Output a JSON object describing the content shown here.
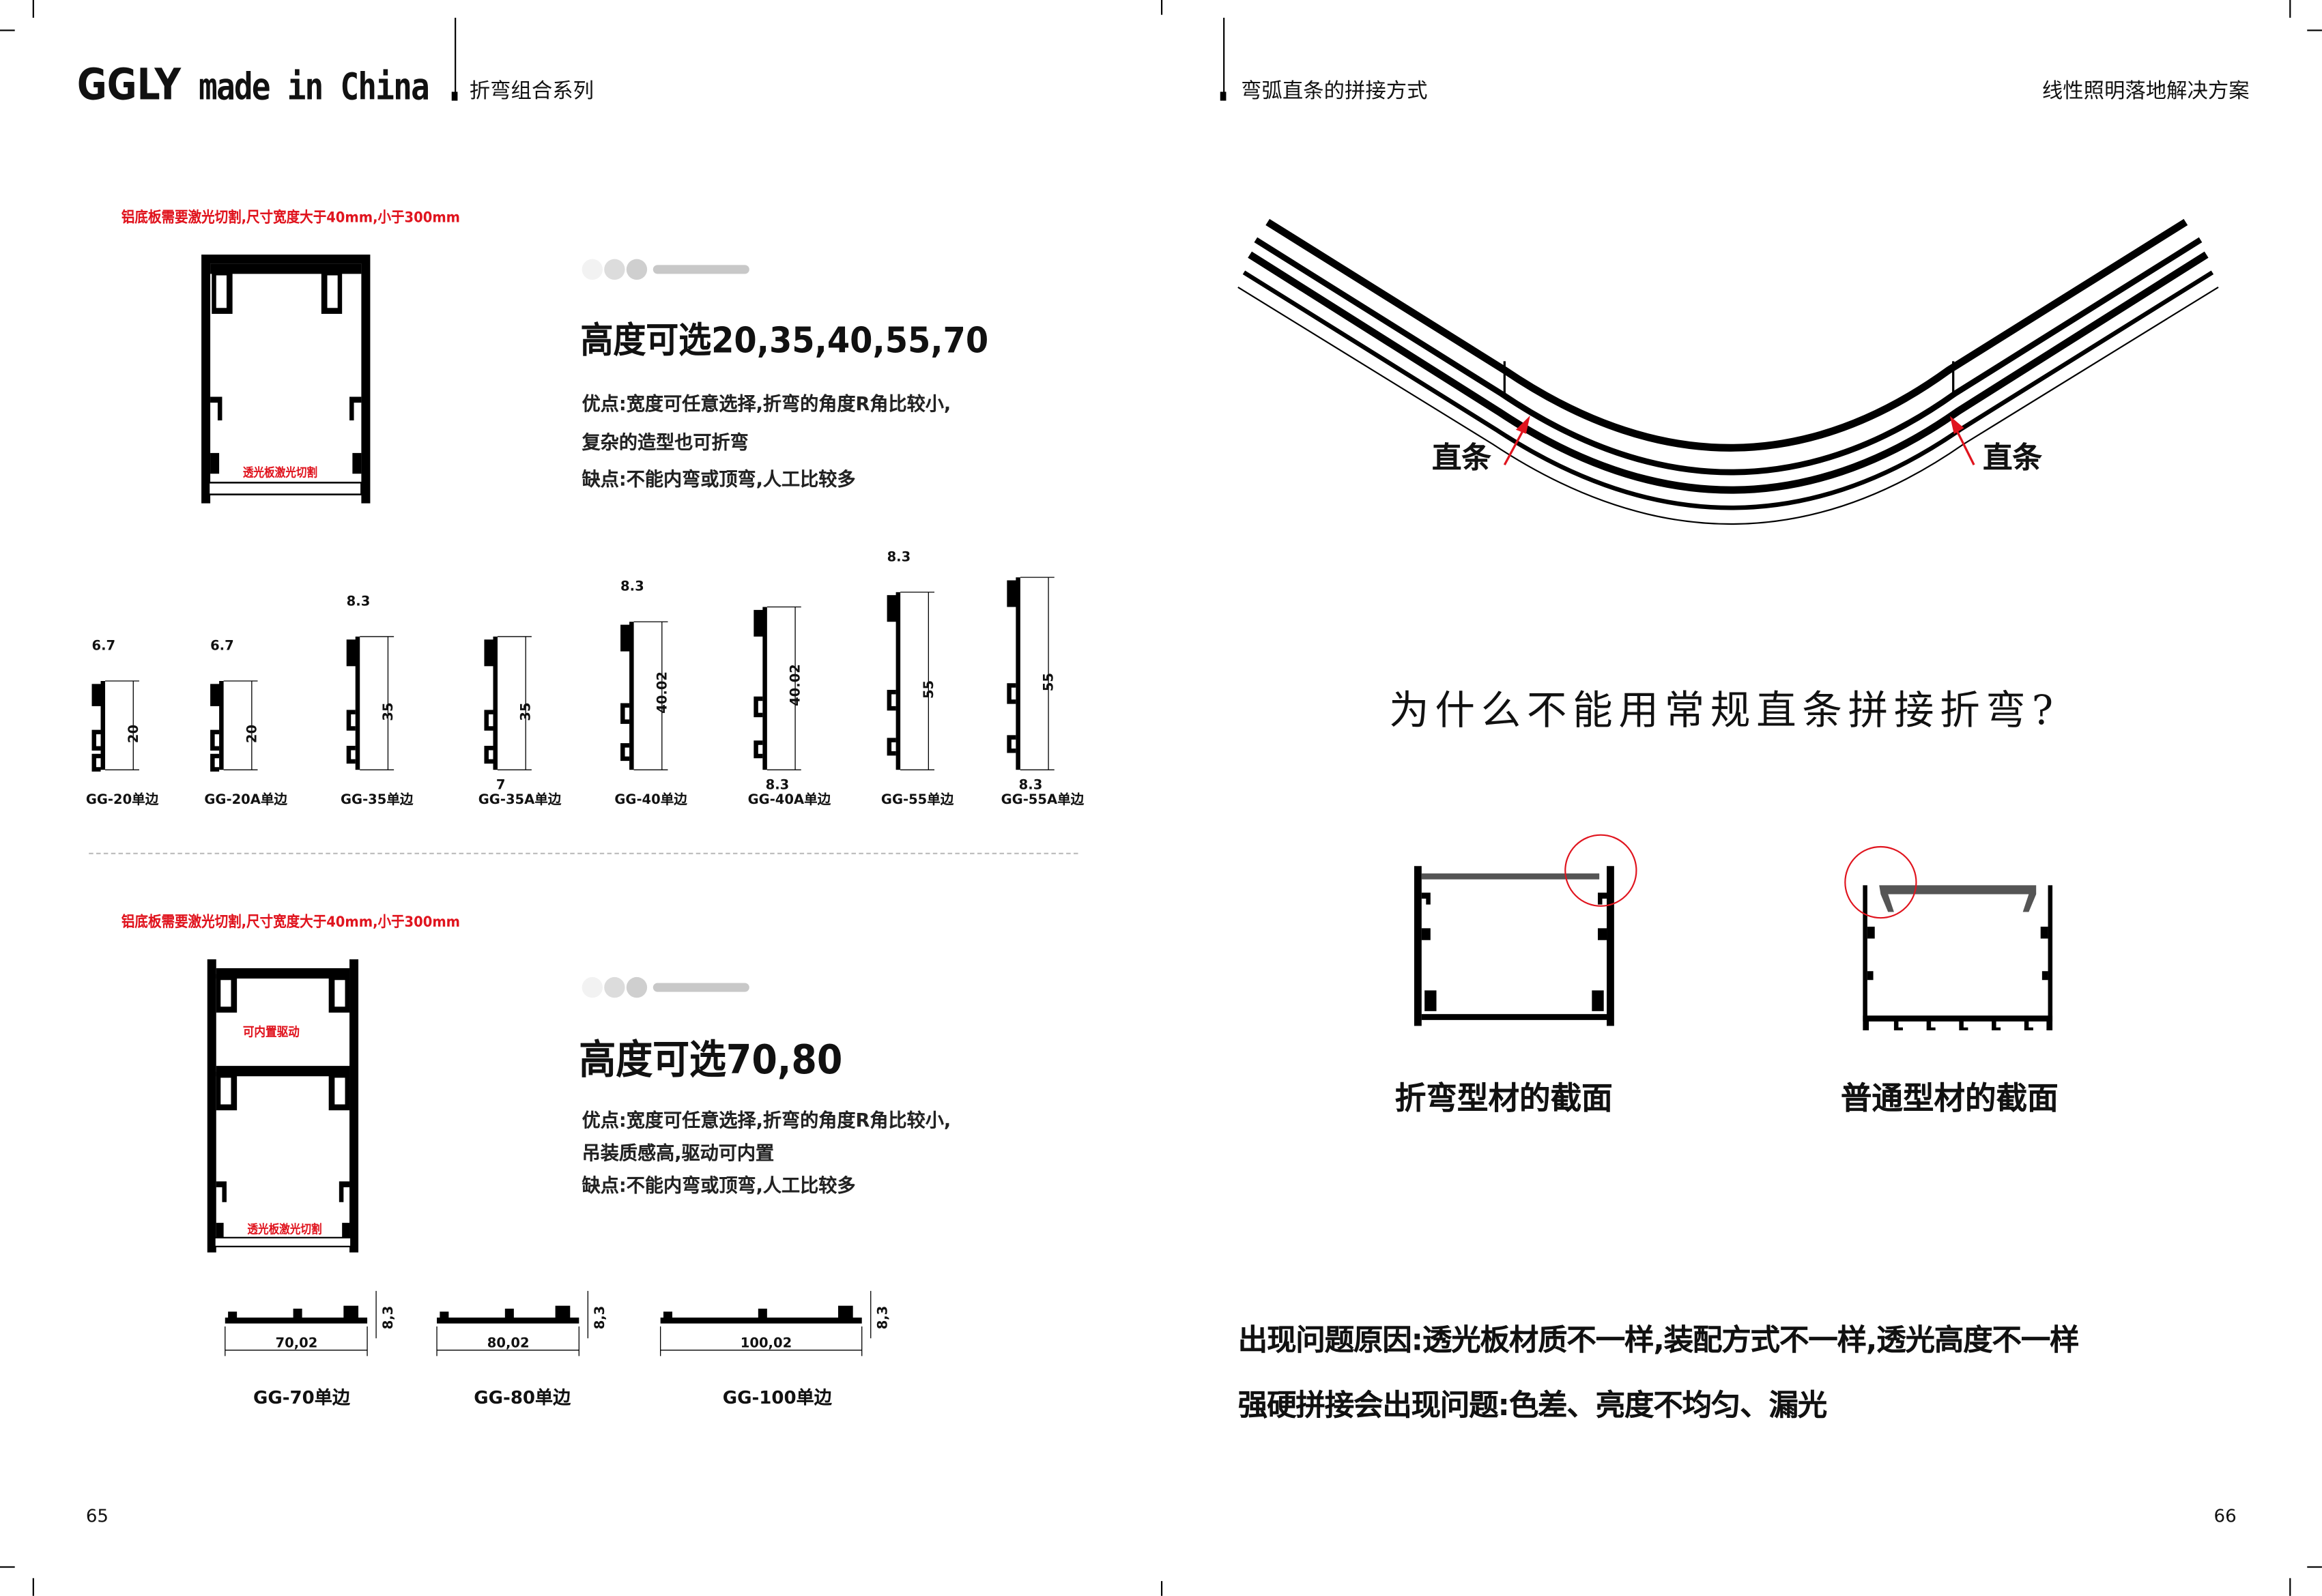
{
  "left_page": {
    "logo": {
      "brand": "GGLY",
      "tagline": "made in China"
    },
    "section_title": "折弯组合系列",
    "block1": {
      "note": "铝底板需要激光切割,尺寸宽度大于40mm,小于300mm",
      "inner_label": "透光板激光切割",
      "heading": "高度可选20,35,40,55,70",
      "lines": [
        "优点:宽度可任意选择,折弯的角度R角比较小,",
        "复杂的造型也可折弯",
        "缺点:不能内弯或顶弯,人工比较多"
      ],
      "profiles": [
        {
          "name": "GG-20单边",
          "top_dim": "6.7",
          "height_dim": "20"
        },
        {
          "name": "GG-20A单边",
          "top_dim": "6.7",
          "height_dim": "20"
        },
        {
          "name": "GG-35单边",
          "top_dim": "8.3",
          "height_dim": "35"
        },
        {
          "name": "GG-35A单边",
          "bottom_dim": "7",
          "height_dim": "35"
        },
        {
          "name": "GG-40单边",
          "top_dim": "8.3",
          "height_dim": "40.02"
        },
        {
          "name": "GG-40A单边",
          "bottom_dim": "8.3",
          "height_dim": "40.02"
        },
        {
          "name": "GG-55单边",
          "top_dim": "8.3",
          "height_dim": "55"
        },
        {
          "name": "GG-55A单边",
          "bottom_dim": "8.3",
          "height_dim": "55"
        }
      ]
    },
    "block2": {
      "note": "铝底板需要激光切割,尺寸宽度大于40mm,小于300mm",
      "driver_label": "可内置驱动",
      "inner_label": "透光板激光切割",
      "heading": "高度可选70,80",
      "lines": [
        "优点:宽度可任意选择,折弯的角度R角比较小,",
        "吊装质感高,驱动可内置",
        "缺点:不能内弯或顶弯,人工比较多"
      ],
      "profiles": [
        {
          "name": "GG-70单边",
          "width_dim": "70,02",
          "height_dim": "8,3"
        },
        {
          "name": "GG-80单边",
          "width_dim": "80,02",
          "height_dim": "8,3"
        },
        {
          "name": "GG-100单边",
          "width_dim": "100,02",
          "height_dim": "8,3"
        }
      ]
    },
    "page_number": "65"
  },
  "right_page": {
    "section_title": "弯弧直条的拼接方式",
    "right_title": "线性照明落地解决方案",
    "straight_label_left": "直条",
    "straight_label_right": "直条",
    "question": "为什么不能用常规直条拼接折弯?",
    "caption_left": "折弯型材的截面",
    "caption_right": "普通型材的截面",
    "reason_lines": [
      "出现问题原因:透光板材质不一样,装配方式不一样,透光高度不一样",
      "强硬拼接会出现问题:色差、亮度不均匀、漏光"
    ],
    "page_number": "66"
  },
  "colors": {
    "accent_red": "#e0141e",
    "gray_bar": "#c8c8c8"
  }
}
